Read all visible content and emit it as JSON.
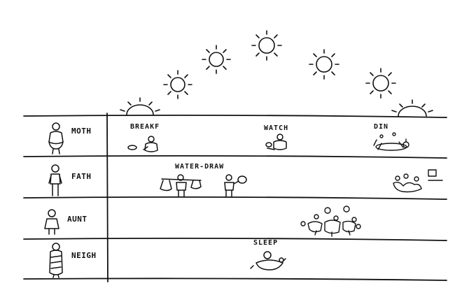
{
  "rows": [
    {
      "label": "MOTH"
    },
    {
      "label": "FATH"
    },
    {
      "label": "AUNT"
    },
    {
      "label": "NEIGH"
    }
  ],
  "activities": {
    "breakfast": "BREAKF",
    "watch": "WATCH",
    "dinner": "DIN",
    "water_draw": "WATER-DRAW",
    "sleep": "SLEEP"
  }
}
